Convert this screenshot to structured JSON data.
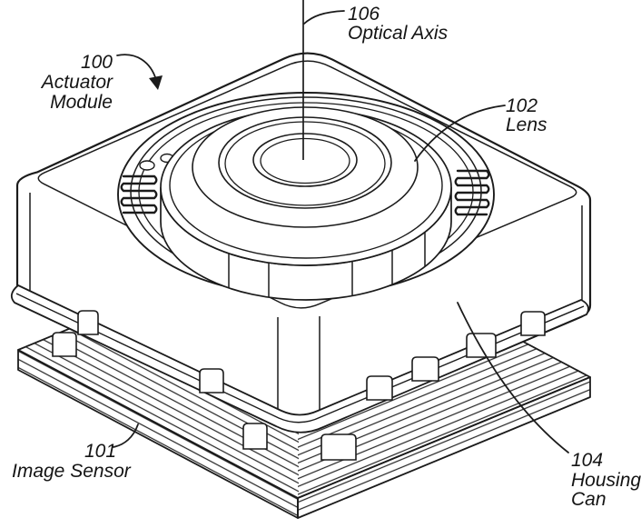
{
  "figure": {
    "kind": "patent-style line drawing, isometric camera actuator module",
    "colors": {
      "background": "#ffffff",
      "line": "#1b1b1b"
    }
  },
  "labels": {
    "actuator_module": {
      "ref": "100",
      "line1": "Actuator",
      "line2": "Module"
    },
    "optical_axis": {
      "ref": "106",
      "line1": "Optical Axis"
    },
    "lens": {
      "ref": "102",
      "line1": "Lens"
    },
    "image_sensor": {
      "ref": "101",
      "line1": "Image Sensor"
    },
    "housing_can": {
      "ref": "104",
      "line1": "Housing",
      "line2": "Can"
    }
  }
}
